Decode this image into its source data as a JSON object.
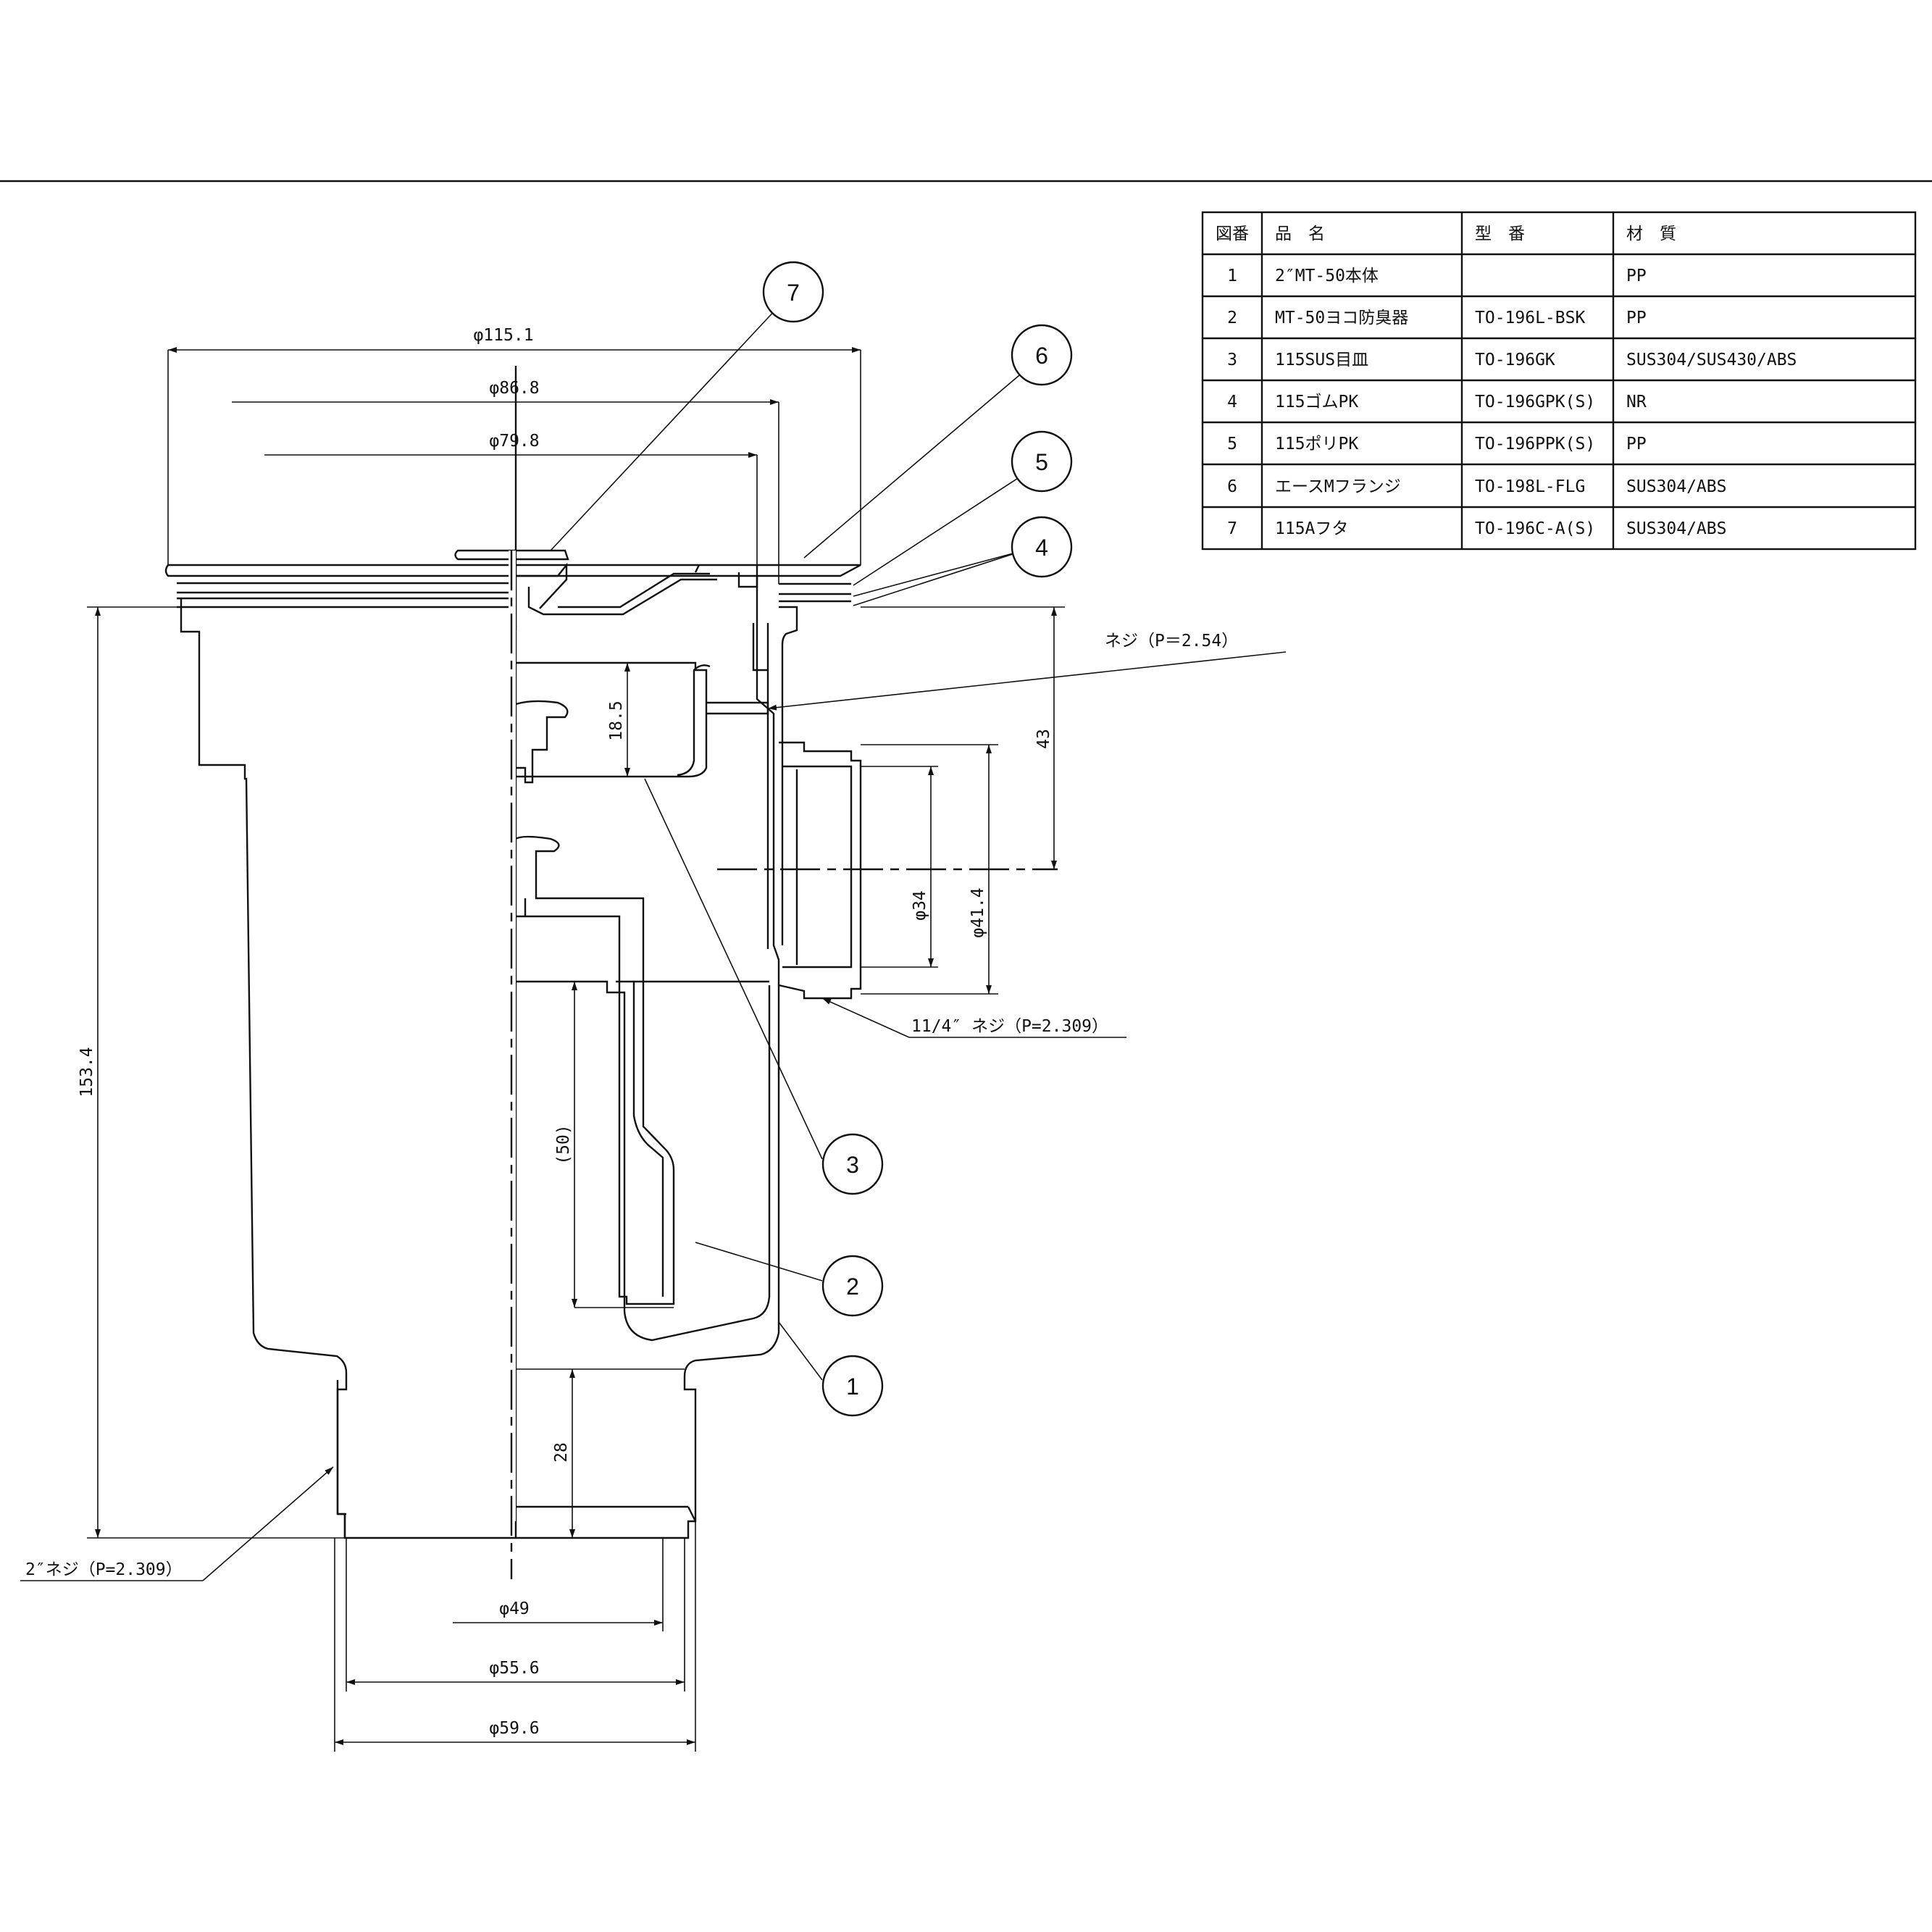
{
  "parts_table": {
    "headers": [
      "図番",
      "品　名",
      "型　番",
      "材　質"
    ],
    "rows": [
      [
        "1",
        "2″MT-50本体",
        "",
        "PP"
      ],
      [
        "2",
        "MT-50ヨコ防臭器",
        "TO-196L-BSK",
        "PP"
      ],
      [
        "3",
        "115SUS目皿",
        "TO-196GK",
        "SUS304/SUS430/ABS"
      ],
      [
        "4",
        "115ゴムPK",
        "TO-196GPK(S)",
        "NR"
      ],
      [
        "5",
        "115ポリPK",
        "TO-196PPK(S)",
        "PP"
      ],
      [
        "6",
        "エースMフランジ",
        "TO-198L-FLG",
        "SUS304/ABS"
      ],
      [
        "7",
        "115Aフタ",
        "TO-196C-A(S)",
        "SUS304/ABS"
      ]
    ]
  },
  "dimensions": {
    "d115": "φ115.1",
    "d86": "φ86.8",
    "d79": "φ79.8",
    "d49": "φ49",
    "d55": "φ55.6",
    "d59": "φ59.6",
    "h153": "153.4",
    "h43": "43",
    "h18": "18.5",
    "h50": "(50)",
    "h28": "28",
    "d34": "φ34",
    "d41": "φ41.4"
  },
  "notes": {
    "thread_top": "ネジ（P＝2.54）",
    "thread_side": "11/4″ ネジ（P=2.309）",
    "thread_bottom": "2″ネジ（P=2.309）"
  },
  "balloons": [
    "1",
    "2",
    "3",
    "4",
    "5",
    "6",
    "7"
  ]
}
